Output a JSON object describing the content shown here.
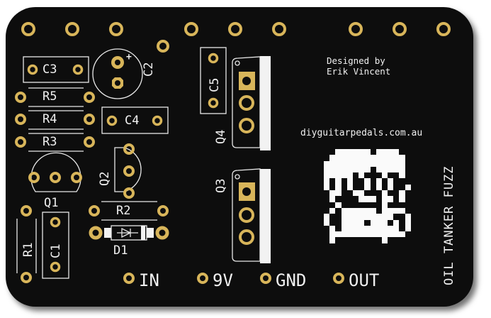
{
  "board": {
    "title_vertical": "OIL TANKER FUZZ",
    "credit_line1": "Designed by",
    "credit_line2": "Erik Vincent",
    "website": "diyguitarpedals.com.au",
    "colors": {
      "board": "#0d0d0d",
      "pad": "#d8b55a",
      "silkscreen": "#f0f0f0"
    }
  },
  "components": {
    "C1": "C1",
    "C2": "C2",
    "C3": "C3",
    "C4": "C4",
    "C5": "C5",
    "R1": "R1",
    "R2": "R2",
    "R3": "R3",
    "R4": "R4",
    "R5": "R5",
    "Q1": "Q1",
    "Q2": "Q2",
    "Q3": "Q3",
    "Q4": "Q4",
    "D1": "D1",
    "C2_polarity": "+"
  },
  "connectors": {
    "in": "IN",
    "v9": "9V",
    "gnd": "GND",
    "out": "OUT"
  },
  "top_pads": [
    40,
    102,
    164,
    270,
    332,
    394,
    502,
    564,
    626
  ],
  "pixel_art": [
    "..WWWWWW.WWWW..",
    ".WWWWWWWWWWWWW.",
    "WWWWWWWWWWWWWW.",
    "WWWWWWWW.WWWWW.",
    "WWWWW.W...W..W.",
    "W.W.W..W.W.W...",
    "W.W.W..W.W.W..W",
    ".WW..WW...W..W.",
    ".W....WWW.WW.W.",
    "..W.......W....",
    ".W.WWWWWW.WWWW.",
    "W..WWWWWWWWW..W",
    "W..WWWW.WWW.W.W",
    ".W.WWWWWWWWWW.W",
    ".WWWWWWWWWWWWW.",
    ".W........W...."
  ]
}
